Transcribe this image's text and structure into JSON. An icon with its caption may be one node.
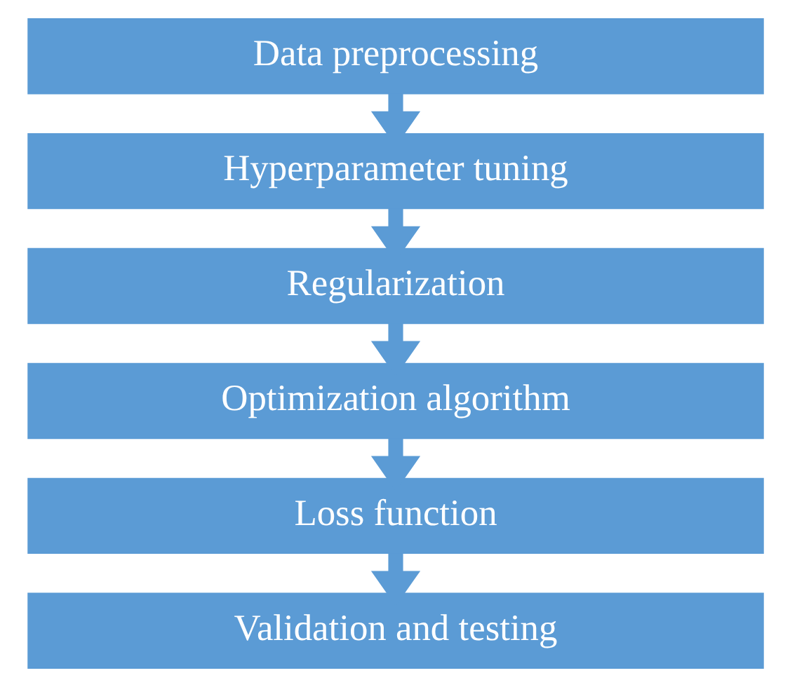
{
  "diagram": {
    "nodes": [
      {
        "text": [
          "Data preprocessing"
        ]
      },
      {
        "text": [
          "Hyperparameter tuning"
        ]
      },
      {
        "text": [
          "Regularization"
        ]
      },
      {
        "text": [
          "Optimization algorithm"
        ]
      },
      {
        "text": [
          "Loss function"
        ]
      },
      {
        "text": [
          "Validation and testing"
        ]
      }
    ],
    "edges": [
      {
        "from": 0,
        "to": 1,
        "arrow": "to"
      },
      {
        "from": 1,
        "to": 2,
        "arrow": "to"
      },
      {
        "from": 2,
        "to": 3,
        "arrow": "to"
      },
      {
        "from": 3,
        "to": 4,
        "arrow": "to"
      },
      {
        "from": 4,
        "to": 5,
        "arrow": "to"
      }
    ]
  }
}
